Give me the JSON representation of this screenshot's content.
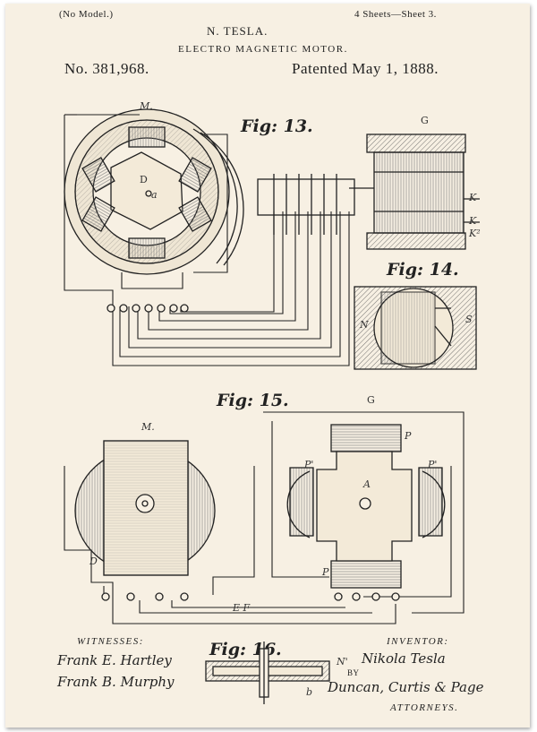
{
  "header": {
    "model_note": "(No Model.)",
    "sheets": "4 Sheets—Sheet 3.",
    "inventor_name": "N. TESLA.",
    "title": "ELECTRO MAGNETIC MOTOR.",
    "patent_number": "No. 381,968.",
    "patented_date": "Patented May 1, 1888."
  },
  "figures": {
    "fig13": "Fig: 13.",
    "fig14": "Fig: 14.",
    "fig15": "Fig: 15.",
    "fig16": "Fig: 16."
  },
  "labels": {
    "m1": "M.",
    "g1": "G",
    "d1": "D",
    "a1": "a",
    "k1": "K",
    "k2": "K",
    "k3": "K²",
    "n14": "N",
    "s14": "S",
    "m2": "M.",
    "g2": "G",
    "a2": "A",
    "d2": "D",
    "p1": "P'",
    "p2": "P",
    "p3": "P'",
    "p4": "P",
    "ef": "E  F",
    "n16": "N'",
    "b16": "b"
  },
  "footer": {
    "witnesses_label": "WITNESSES:",
    "witness1": "Frank E. Hartley",
    "witness2": "Frank B. Murphy",
    "inventor_label": "INVENTOR:",
    "inventor_signature": "Nikola Tesla",
    "by": "BY",
    "attorneys_signature": "Duncan, Curtis & Page",
    "attorneys_label": "ATTORNEYS."
  },
  "colors": {
    "paper": "#f7f0e3",
    "ink": "#222222"
  }
}
